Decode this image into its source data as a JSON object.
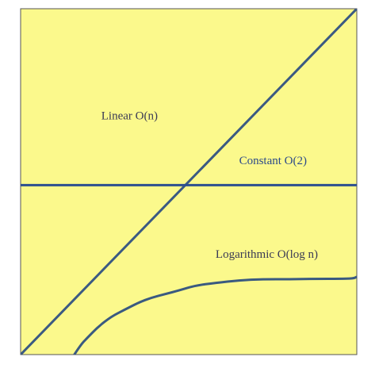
{
  "chart_data": {
    "type": "line",
    "title": "",
    "xlabel": "",
    "ylabel": "",
    "grid": false,
    "legend": "none",
    "axis_ticks": "none",
    "background_color": "#fbf98c",
    "border_color": "#555555",
    "series": [
      {
        "name": "Linear O(n)",
        "color": "#3b5a82",
        "x": [
          0,
          1
        ],
        "y": [
          0,
          1
        ]
      },
      {
        "name": "Constant O(2)",
        "color": "#2d4f8f",
        "x": [
          0,
          1
        ],
        "y": [
          0.49,
          0.49
        ]
      },
      {
        "name": "Logarithmic O(log n)",
        "color": "#3a5a80",
        "x": [
          0.16,
          0.18,
          0.2,
          0.23,
          0.27,
          0.31,
          0.35,
          0.39,
          0.43,
          0.47,
          0.52,
          0.58,
          0.65,
          0.72,
          0.8,
          0.88,
          0.95,
          0.99,
          1.0
        ],
        "y": [
          0.0,
          0.03,
          0.05,
          0.08,
          0.11,
          0.13,
          0.15,
          0.165,
          0.175,
          0.185,
          0.2,
          0.207,
          0.215,
          0.218,
          0.218,
          0.219,
          0.219,
          0.22,
          0.225
        ]
      }
    ],
    "annotations": [
      {
        "text": "Linear O(n)",
        "x": 0.24,
        "y": 0.68,
        "color": "#3a3a55"
      },
      {
        "text": "Constant O(2)",
        "x": 0.65,
        "y": 0.55,
        "color": "#2c4a8a"
      },
      {
        "text": "Logarithmic O(log n)",
        "x": 0.58,
        "y": 0.28,
        "color": "#3a3a55"
      }
    ]
  }
}
